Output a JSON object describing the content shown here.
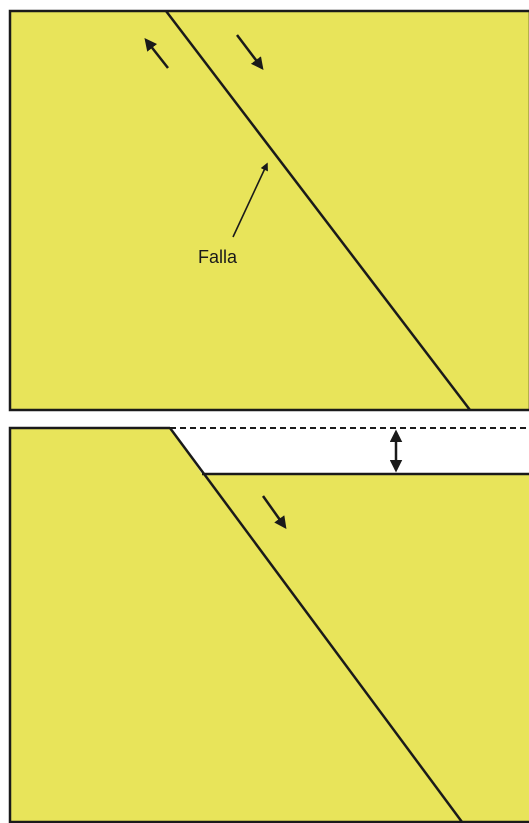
{
  "colors": {
    "rock_fill": "#e8e45a",
    "line": "#1a1a1a",
    "gap_fill": "#ffffff",
    "background": "#ffffff"
  },
  "panels": [
    {
      "name": "before-faulting",
      "fault_label": "Falla",
      "arrows": [
        "motion-arrow-up-left",
        "motion-arrow-down-right",
        "fault-pointer-arrow"
      ]
    },
    {
      "name": "after-faulting",
      "arrows": [
        "motion-arrow-down-right",
        "displacement-double-arrow"
      ]
    }
  ]
}
